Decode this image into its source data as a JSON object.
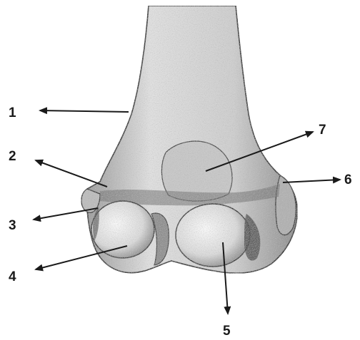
{
  "labels": [
    {
      "id": "label-1",
      "text": "1"
    },
    {
      "id": "label-2",
      "text": "2"
    },
    {
      "id": "label-3",
      "text": "3"
    },
    {
      "id": "label-4",
      "text": "4"
    },
    {
      "id": "label-5",
      "text": "5"
    },
    {
      "id": "label-6",
      "text": "6"
    },
    {
      "id": "label-7",
      "text": "7"
    }
  ],
  "colors": {
    "ink": "#1a1a1a",
    "bone_fill": "#d6d6d6",
    "shadow": "#555555",
    "highlight": "#f4f4f4"
  }
}
